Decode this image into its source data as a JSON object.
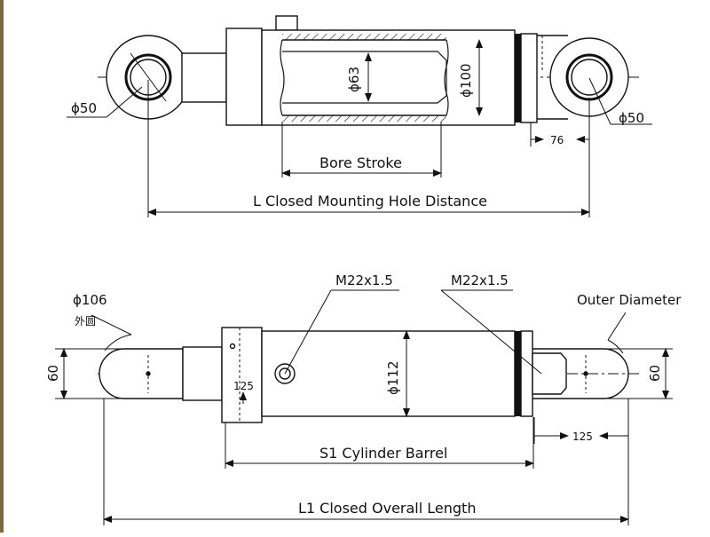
{
  "top_view": {
    "eye_left_dia": "ϕ50",
    "rod_dia": "ϕ63",
    "bore_dia": "ϕ100",
    "eye_right_dia": "ϕ50",
    "eye_offset": "76",
    "stroke_label": "Bore Stroke",
    "closed_distance_label": "L Closed Mounting Hole Distance"
  },
  "bottom_view": {
    "left_dia": "ϕ106",
    "left_note": "外圆",
    "port_left": "M22x1.5",
    "port_right": "M22x1.5",
    "outer_diameter_label": "Outer Diameter",
    "left_width": "60",
    "right_width": "60",
    "port_offset_left": "125",
    "barrel_dia": "ϕ112",
    "port_offset_right": "125",
    "barrel_label": "S1 Cylinder Barrel",
    "overall_label": "L1 Closed Overall Length"
  },
  "colors": {
    "line": "#111111",
    "band": "#111111",
    "frame": "#7a6a3c"
  }
}
